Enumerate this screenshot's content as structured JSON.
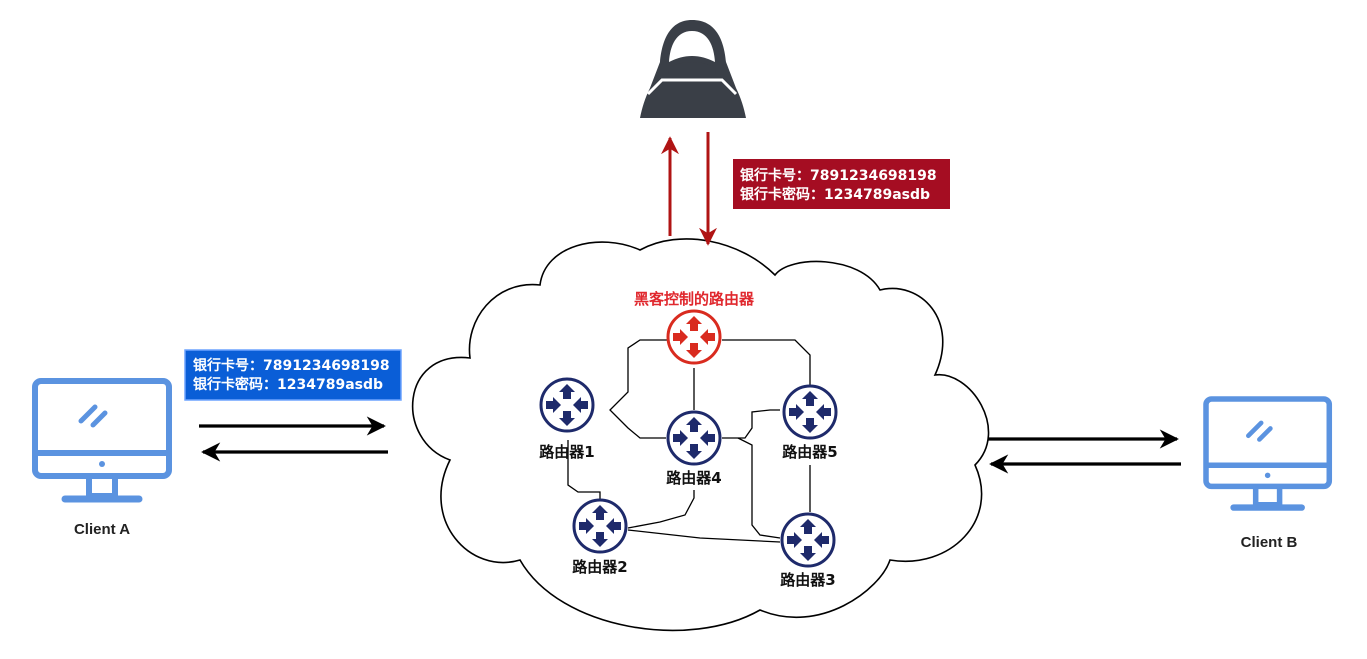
{
  "colors": {
    "client": "#5b93e0",
    "router": "#1e2a6b",
    "router_hacked": "#d92b1f",
    "hacker": "#3a3f47",
    "box_blue": "#0a5ed7",
    "box_red": "#a50d22",
    "arrow_red": "#b01414",
    "arrow_black": "#000000"
  },
  "clients": {
    "a": {
      "label": "Client A",
      "icon": "desktop-monitor-icon"
    },
    "b": {
      "label": "Client B",
      "icon": "desktop-monitor-icon"
    }
  },
  "hacker": {
    "icon": "hacker-icon"
  },
  "hacked_router": {
    "label": "黑客控制的路由器",
    "icon": "router-icon"
  },
  "routers": [
    {
      "label": "路由器1"
    },
    {
      "label": "路由器2"
    },
    {
      "label": "路由器3"
    },
    {
      "label": "路由器4"
    },
    {
      "label": "路由器5"
    }
  ],
  "client_message": {
    "line1": "银行卡号：7891234698198",
    "line2": "银行卡密码：1234789asdb"
  },
  "stolen_message": {
    "line1": "银行卡号：7891234698198",
    "line2": "银行卡密码：1234789asdb"
  }
}
